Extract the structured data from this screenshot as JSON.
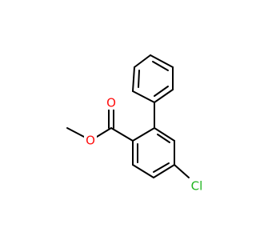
{
  "molecule": {
    "atoms": {
      "o_carbonyl": {
        "label": "O",
        "color": "#ff0d0d"
      },
      "o_ester": {
        "label": "O",
        "color": "#ff0d0d"
      },
      "cl": {
        "label": "Cl",
        "color": "#1fb41f"
      }
    },
    "bond_color": "#000000"
  }
}
